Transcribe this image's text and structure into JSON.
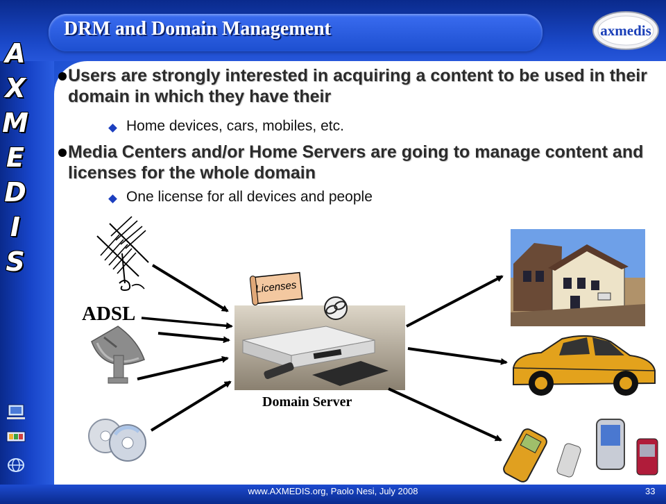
{
  "slide": {
    "title": "DRM and Domain Management",
    "logo_text": "axmedis",
    "side_logo_letters": [
      "A",
      "X",
      "M",
      "E",
      "D",
      "I",
      "S"
    ],
    "bullets": [
      {
        "text": "Users are strongly interested in acquiring a content to be used in their domain in which they have their",
        "sub": [
          "Home devices, cars, mobiles, etc."
        ]
      },
      {
        "text": "Media Centers and/or Home Servers are going to manage content and licenses for the whole domain",
        "sub": [
          "One license for all devices and people"
        ]
      }
    ],
    "diagram": {
      "licenses_label": "Licenses",
      "adsl_label": "ADSL",
      "server_label": "Domain Server",
      "sources": [
        "antenna-icon",
        "adsl-line",
        "satellite-dish-icon",
        "cd-discs-icon"
      ],
      "targets": [
        "house-icon",
        "car-icon",
        "mobile-devices-icon"
      ]
    },
    "footer": "www.AXMEDIS.org, Paolo Nesi, July 2008",
    "page_number": "33"
  },
  "colors": {
    "frame_blue": "#1d4fd0",
    "dark_blue": "#0a2a8c",
    "title_text": "#ffffff",
    "body_text": "#2b2b2b",
    "bullet_diamond": "#1c3fbf"
  }
}
